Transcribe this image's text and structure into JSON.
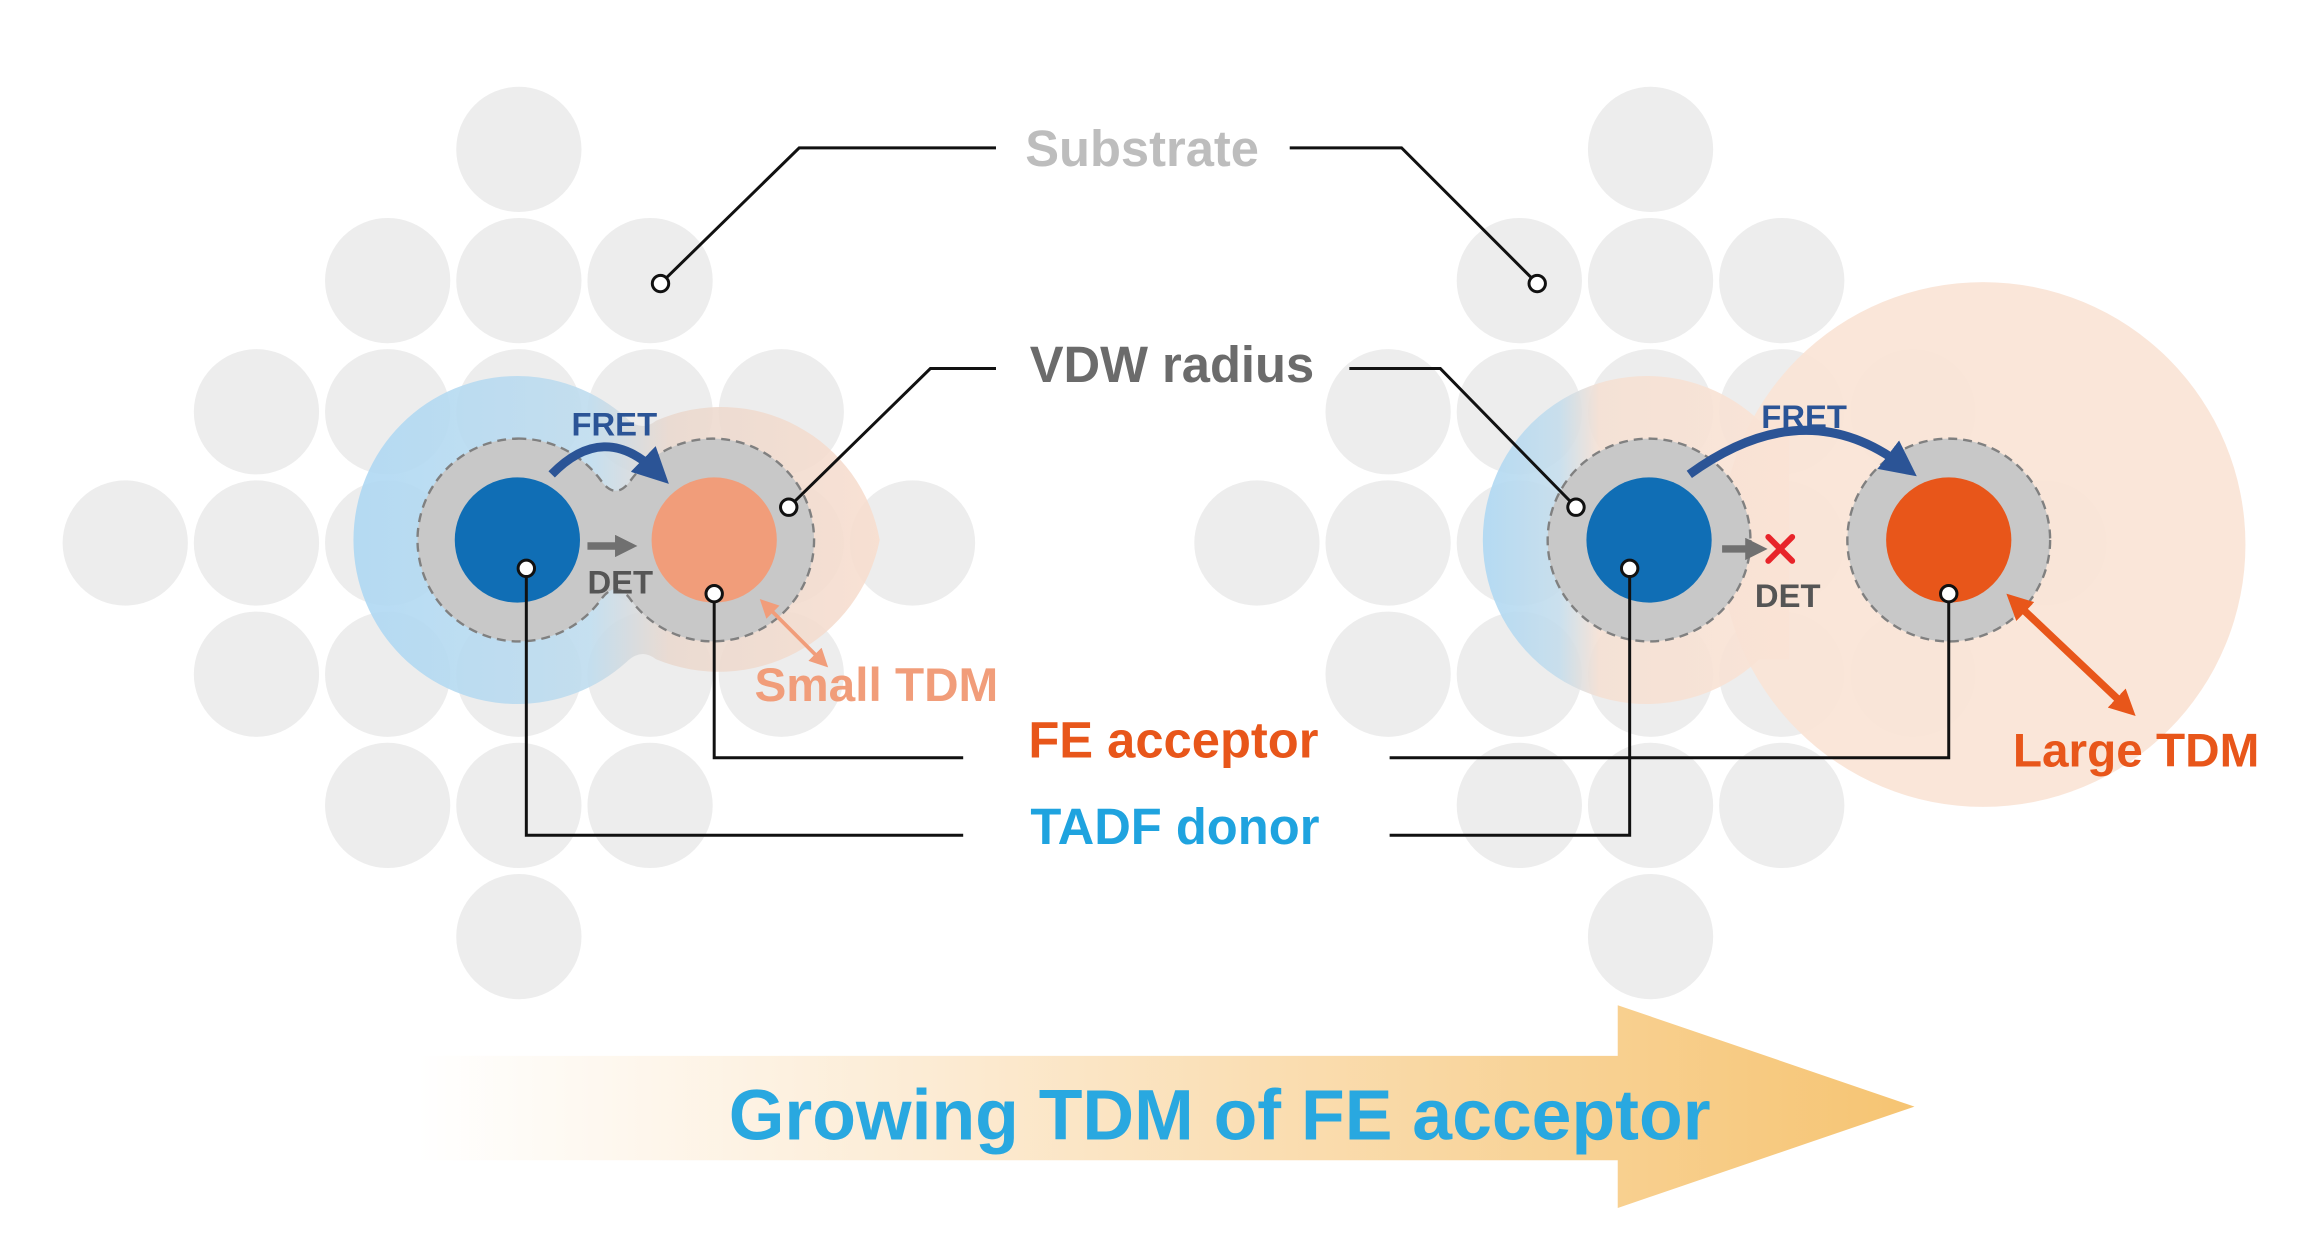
{
  "labels": {
    "substrate": "Substrate",
    "vdw_radius": "VDW radius",
    "fe_acceptor": "FE acceptor",
    "tadf_donor": "TADF donor",
    "small_tdm": "Small TDM",
    "large_tdm": "Large TDM",
    "fret_left": "FRET",
    "fret_right": "FRET",
    "det_left": "DET",
    "det_right": "DET",
    "bottom_arrow": "Growing TDM of FE acceptor"
  },
  "colors": {
    "substrate": "#EDEDED",
    "substrate_label": "#BDBDBD",
    "vdw": "#C8C8C8",
    "vdw_label": "#6B6B6B",
    "donor": "#106EB5",
    "acceptor_small": "#F19D7A",
    "acceptor_large": "#E8561A",
    "fret_arrow": "#2B5496",
    "det_arrow": "#707070",
    "blocked_x": "#E8242A",
    "tadf_label": "#1FA3DF",
    "bottom_text": "#29A8E0",
    "bottom_arrow_end": "#F6C472"
  },
  "panels": [
    {
      "name": "small-tdm",
      "det_blocked": false
    },
    {
      "name": "large-tdm",
      "det_blocked": true
    }
  ]
}
